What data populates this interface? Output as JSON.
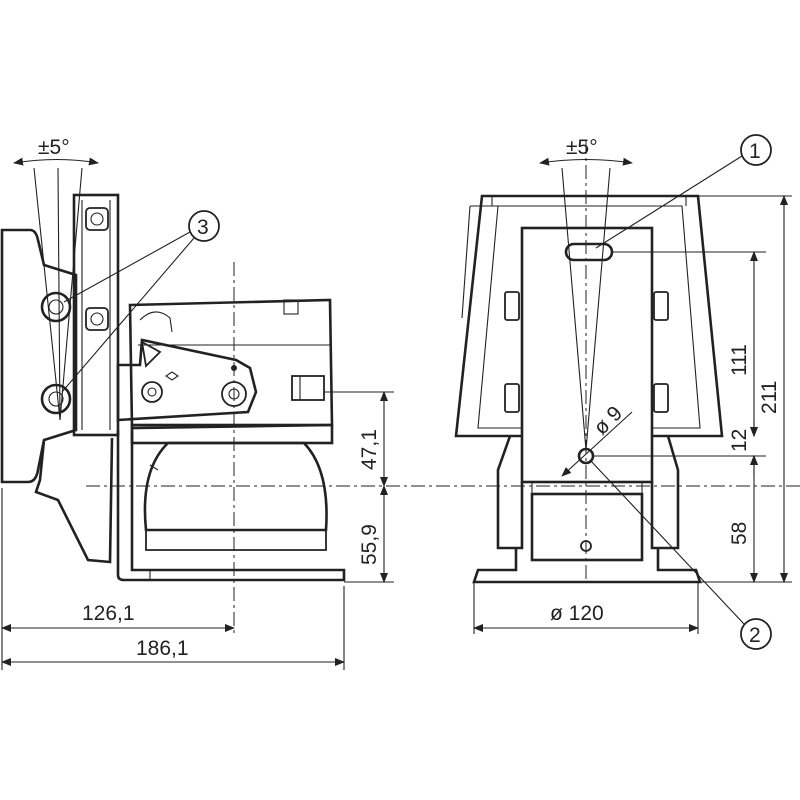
{
  "dimensions": {
    "side_angle": "±5°",
    "front_angle": "±5°",
    "d_126_1": "126,1",
    "d_186_1": "186,1",
    "d_47_1": "47,1",
    "d_55_9": "55,9",
    "d_111": "111",
    "d_12": "12",
    "d_211": "211",
    "d_58": "58",
    "d_phi9": "ø 9",
    "d_phi120": "ø 120"
  },
  "callouts": {
    "c1": "1",
    "c2": "2",
    "c3": "3"
  }
}
